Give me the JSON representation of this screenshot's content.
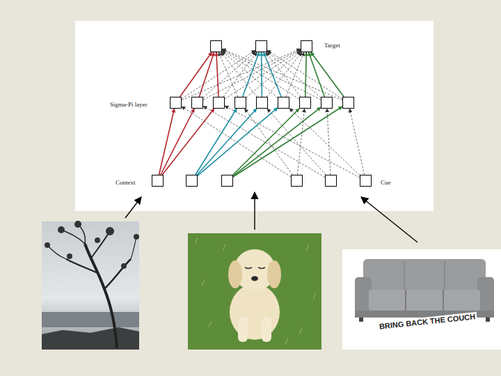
{
  "diagram": {
    "nodes": [
      {
        "text": []
      },
      {
        "text": []
      },
      {
        "text": []
      },
      {
        "text": []
      },
      {
        "text": []
      },
      {
        "text": []
      },
      {
        "text": []
      },
      {
        "text": []
      },
      {
        "text": []
      },
      {
        "text": []
      },
      {
        "text": []
      },
      {
        "text": []
      },
      {
        "text": []
      },
      {
        "text": []
      },
      {
        "text": []
      },
      {
        "text": []
      },
      {
        "text": []
      },
      {
        "text": []
      }
    ],
    "edges": [
      {
        "from": 3,
        "to": 0,
        "arrow": "to"
      },
      {
        "from": 4,
        "to": 0,
        "arrow": "to"
      },
      {
        "from": 5,
        "to": 0,
        "arrow": "to"
      },
      {
        "from": 6,
        "to": 0,
        "arrow": "to"
      },
      {
        "from": 7,
        "to": 0,
        "arrow": "to"
      },
      {
        "from": 8,
        "to": 0,
        "arrow": "to"
      },
      {
        "from": 9,
        "to": 0,
        "arrow": "to"
      },
      {
        "from": 10,
        "to": 0,
        "arrow": "to"
      },
      {
        "from": 11,
        "to": 0,
        "arrow": "to"
      },
      {
        "from": 3,
        "to": 1,
        "arrow": "to"
      },
      {
        "from": 4,
        "to": 1,
        "arrow": "to"
      },
      {
        "from": 5,
        "to": 1,
        "arrow": "to"
      },
      {
        "from": 6,
        "to": 1,
        "arrow": "to"
      },
      {
        "from": 7,
        "to": 1,
        "arrow": "to"
      },
      {
        "from": 8,
        "to": 1,
        "arrow": "to"
      },
      {
        "from": 9,
        "to": 1,
        "arrow": "to"
      },
      {
        "from": 10,
        "to": 1,
        "arrow": "to"
      },
      {
        "from": 11,
        "to": 1,
        "arrow": "to"
      },
      {
        "from": 3,
        "to": 2,
        "arrow": "to"
      },
      {
        "from": 4,
        "to": 2,
        "arrow": "to"
      },
      {
        "from": 5,
        "to": 2,
        "arrow": "to"
      },
      {
        "from": 6,
        "to": 2,
        "arrow": "to"
      },
      {
        "from": 7,
        "to": 2,
        "arrow": "to"
      },
      {
        "from": 8,
        "to": 2,
        "arrow": "to"
      },
      {
        "from": 9,
        "to": 2,
        "arrow": "to"
      },
      {
        "from": 10,
        "to": 2,
        "arrow": "to"
      },
      {
        "from": 11,
        "to": 2,
        "arrow": "to"
      },
      {
        "from": 12,
        "to": 3,
        "arrow": "to"
      },
      {
        "from": 15,
        "to": 3,
        "arrow": "to"
      },
      {
        "from": 12,
        "to": 4,
        "arrow": "to"
      },
      {
        "from": 16,
        "to": 4,
        "arrow": "to"
      },
      {
        "from": 12,
        "to": 5,
        "arrow": "to"
      },
      {
        "from": 17,
        "to": 5,
        "arrow": "to"
      },
      {
        "from": 13,
        "to": 6,
        "arrow": "to"
      },
      {
        "from": 15,
        "to": 6,
        "arrow": "to"
      },
      {
        "from": 13,
        "to": 7,
        "arrow": "to"
      },
      {
        "from": 16,
        "to": 7,
        "arrow": "to"
      },
      {
        "from": 13,
        "to": 8,
        "arrow": "to"
      },
      {
        "from": 17,
        "to": 8,
        "arrow": "to"
      },
      {
        "from": 14,
        "to": 9,
        "arrow": "to"
      },
      {
        "from": 15,
        "to": 9,
        "arrow": "to"
      },
      {
        "from": 14,
        "to": 10,
        "arrow": "to"
      },
      {
        "from": 16,
        "to": 10,
        "arrow": "to"
      },
      {
        "from": 14,
        "to": 11,
        "arrow": "to"
      },
      {
        "from": 17,
        "to": 11,
        "arrow": "to"
      }
    ],
    "labels": [
      "Target",
      "Sigma-Pi layer",
      "Context",
      "Cue",
      "BRING BACK THE COUCH"
    ]
  }
}
